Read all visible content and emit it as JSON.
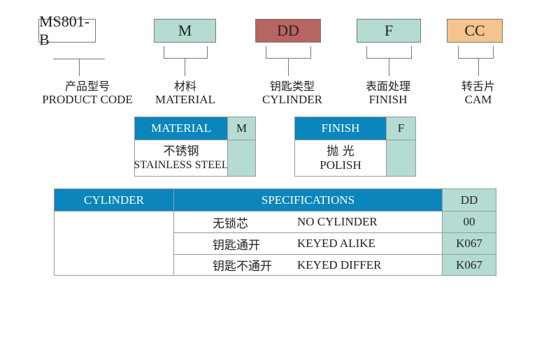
{
  "code": {
    "boxes": [
      {
        "value": "MS801-B",
        "zh": "产品型号",
        "en": "PRODUCT CODE",
        "color": "#ffffff"
      },
      {
        "value": "M",
        "zh": "材料",
        "en": "MATERIAL",
        "color": "#b5dcd2"
      },
      {
        "value": "DD",
        "zh": "钥匙类型",
        "en": "CYLINDER",
        "color": "#b86462"
      },
      {
        "value": "F",
        "zh": "表面处理",
        "en": "FINISH",
        "color": "#b5dcd2"
      },
      {
        "value": "CC",
        "zh": "转舌片",
        "en": "CAM",
        "color": "#f5c38e"
      }
    ]
  },
  "material": {
    "header": "MATERIAL",
    "code": "M",
    "zh": "不锈钢",
    "en": "STAINLESS STEEL"
  },
  "finish": {
    "header": "FINISH",
    "code": "F",
    "zh": "抛 光",
    "en": "POLISH"
  },
  "cylinder": {
    "headers": [
      "CYLINDER",
      "SPECIFICATIONS",
      "DD"
    ],
    "rows": [
      {
        "zh": "无锁芯",
        "en": "NO CYLINDER",
        "code": "00"
      },
      {
        "zh": "钥匙通开",
        "en": "KEYED ALIKE",
        "code": "K067"
      },
      {
        "zh": "钥匙不通开",
        "en": "KEYED DIFFER",
        "code": "K067"
      }
    ]
  }
}
